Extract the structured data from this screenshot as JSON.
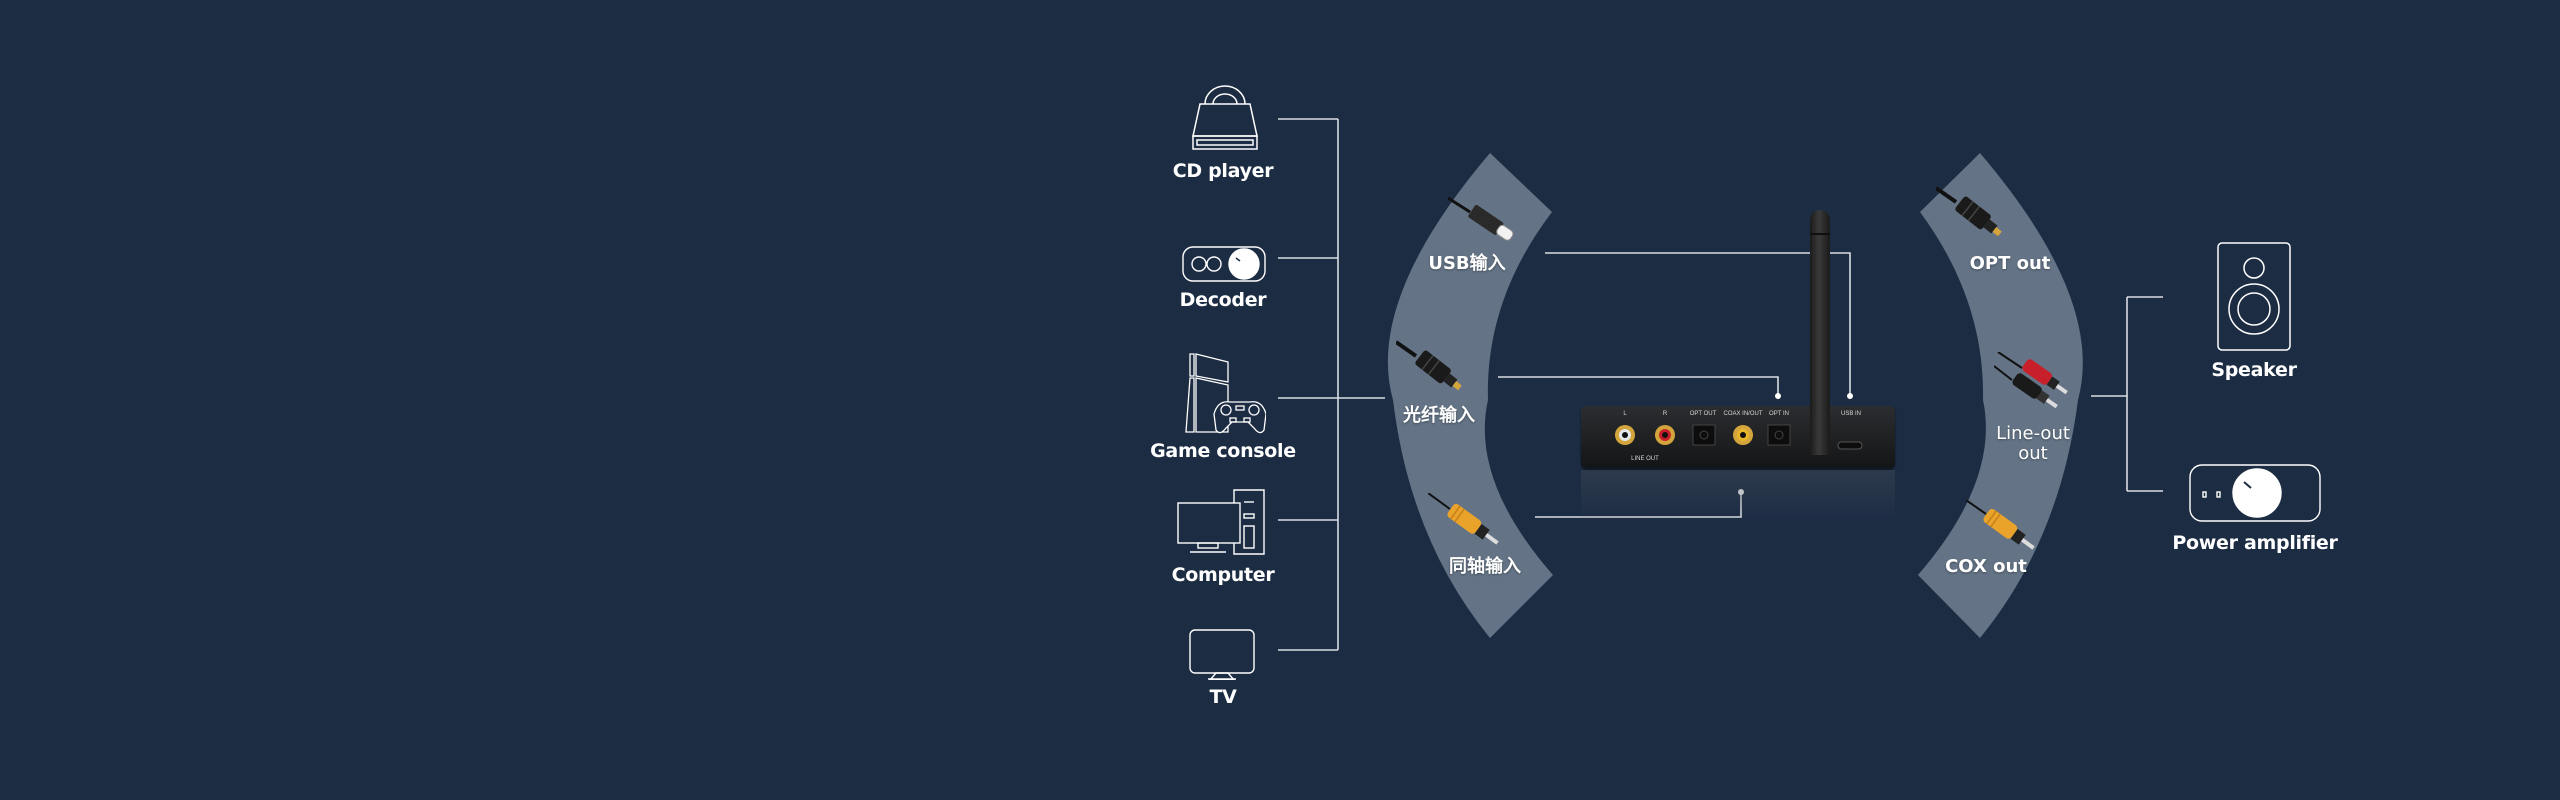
{
  "colors": {
    "background": "#1c2c43",
    "arc_band": "#647486",
    "line": "#d9dde3",
    "icon_stroke": "#ffffff",
    "rca_red": "#c8202a",
    "rca_yellow": "#e9a22a",
    "gold": "#d4a53c"
  },
  "sources": [
    {
      "label": "CD player",
      "icon": "cd-player-icon"
    },
    {
      "label": "Decoder",
      "icon": "decoder-icon"
    },
    {
      "label": "Game console",
      "icon": "game-console-icon"
    },
    {
      "label": "Computer",
      "icon": "computer-icon"
    },
    {
      "label": "TV",
      "icon": "tv-icon"
    }
  ],
  "inputs": [
    {
      "label": "USB输入",
      "icon": "usb-c-cable-icon"
    },
    {
      "label": "光纤输入",
      "icon": "optical-cable-icon"
    },
    {
      "label": "同轴输入",
      "icon": "coaxial-cable-icon"
    }
  ],
  "device": {
    "ports": [
      "L",
      "R",
      "OPT OUT",
      "COAX IN/OUT",
      "OPT IN",
      "USB IN"
    ],
    "line_out_label": "LINE OUT"
  },
  "outputs": [
    {
      "label": "OPT out",
      "icon": "optical-cable-icon"
    },
    {
      "label_line1": "Line-out",
      "label_line2": "out",
      "icon": "rca-stereo-cable-icon"
    },
    {
      "label": "COX out",
      "icon": "coaxial-cable-icon"
    }
  ],
  "destinations": [
    {
      "label": "Speaker",
      "icon": "speaker-icon"
    },
    {
      "label": "Power amplifier",
      "icon": "power-amplifier-icon"
    }
  ]
}
